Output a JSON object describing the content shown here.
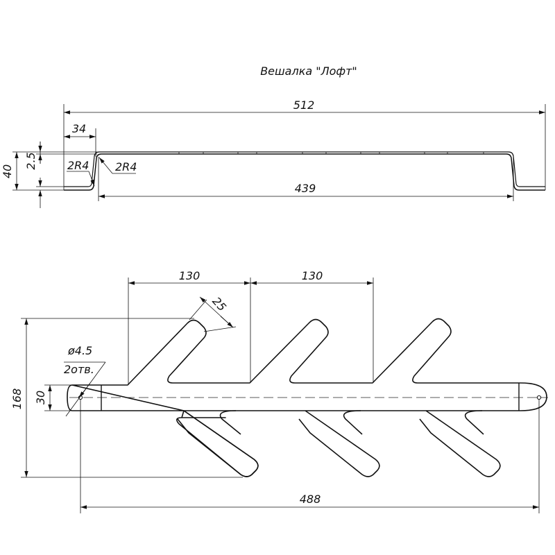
{
  "title": "Вешалка \"Лофт\"",
  "side_view": {
    "dim_total_length": "512",
    "dim_flange": "34",
    "dim_thickness": "2.5",
    "dim_height": "40",
    "bend_radius_left": "2R4",
    "bend_radius_right": "2R4",
    "dim_inner_length": "439"
  },
  "top_view": {
    "dim_spacing_1": "130",
    "dim_spacing_2": "130",
    "dim_arm_width": "25",
    "hole_diameter": "ø4.5",
    "hole_count": "2отв.",
    "dim_total_height": "168",
    "dim_bar_width": "30",
    "dim_hole_distance": "488"
  }
}
